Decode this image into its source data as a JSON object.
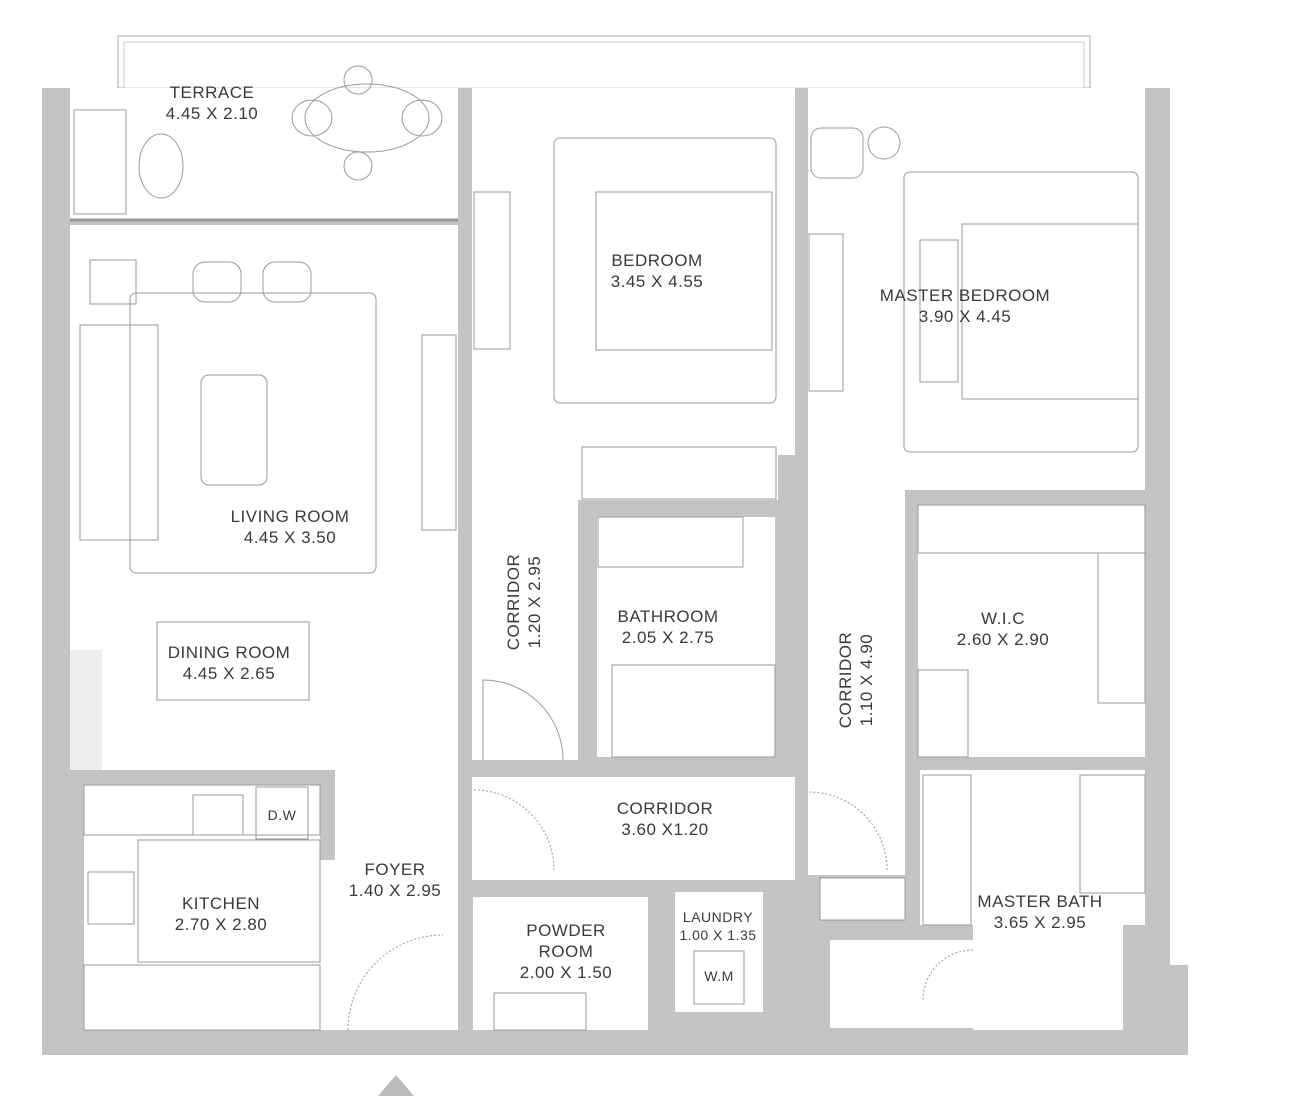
{
  "rooms": {
    "terrace": {
      "name": "TERRACE",
      "size": "4.45 X 2.10"
    },
    "living": {
      "name": "LIVING ROOM",
      "size": "4.45 X 3.50"
    },
    "dining": {
      "name": "DINING ROOM",
      "size": "4.45 X 2.65"
    },
    "bedroom": {
      "name": "BEDROOM",
      "size": "3.45 X 4.55"
    },
    "master_bedroom": {
      "name": "MASTER BEDROOM",
      "size": "3.90 X 4.45"
    },
    "corridor_left": {
      "name": "CORRIDOR",
      "size": "1.20 X 2.95"
    },
    "bathroom": {
      "name": "BATHROOM",
      "size": "2.05 X 2.75"
    },
    "corridor_right": {
      "name": "CORRIDOR",
      "size": "1.10 X 4.90"
    },
    "wic": {
      "name": "W.I.C",
      "size": "2.60 X 2.90"
    },
    "corridor_mid": {
      "name": "CORRIDOR",
      "size": "3.60 X1.20"
    },
    "kitchen": {
      "name": "KITCHEN",
      "size": "2.70 X 2.80"
    },
    "foyer": {
      "name": "FOYER",
      "size": "1.40 X 2.95"
    },
    "powder": {
      "name": "POWDER",
      "name2": "ROOM",
      "size": "2.00 X 1.50"
    },
    "laundry": {
      "name": "LAUNDRY",
      "size": "1.00 X 1.35"
    },
    "master_bath": {
      "name": "MASTER BATH",
      "size": "3.65 X 2.95"
    }
  },
  "appliances": {
    "dishwasher": "D.W",
    "washing_machine": "W.M"
  },
  "colors": {
    "wall": "#c4c4c4",
    "line": "#9a9a9a"
  }
}
